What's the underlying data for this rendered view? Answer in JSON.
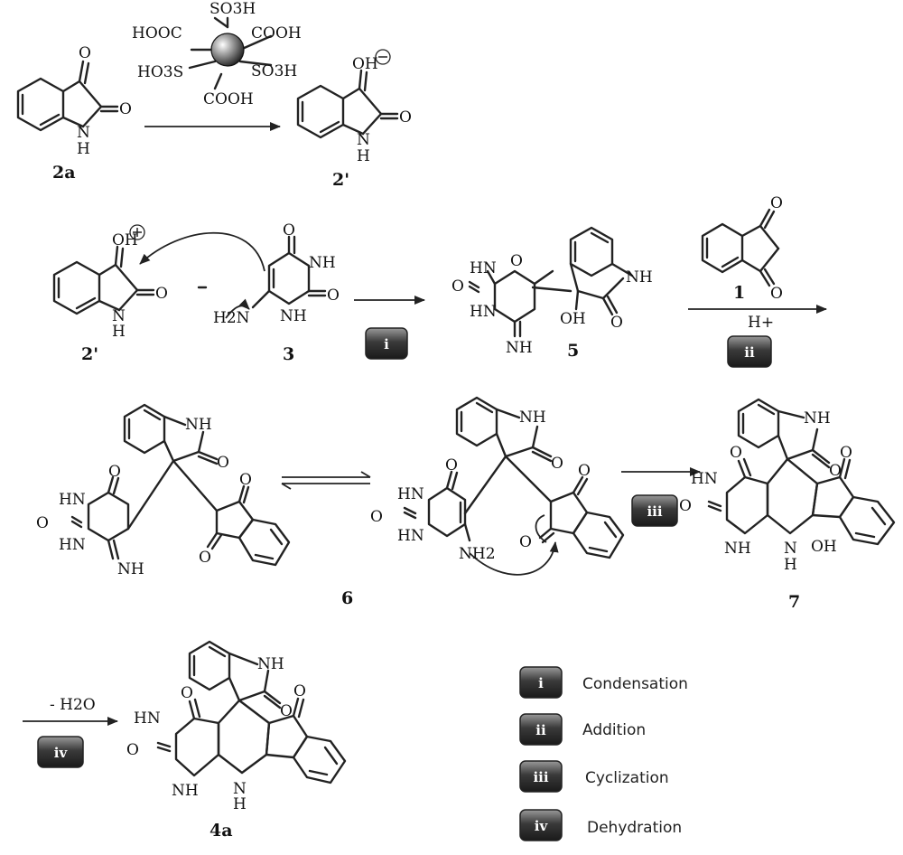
{
  "catalyst": {
    "groups": [
      "HOOC",
      "SO3H",
      "COOH",
      "HO3S",
      "SO3H",
      "COOH"
    ]
  },
  "compounds": {
    "isatin": "2a",
    "protonated_isatin": "2'",
    "aminouracil": "3",
    "intermediate_5": "5",
    "indandione": "1",
    "intermediate_6": "6",
    "intermediate_7": "7",
    "product": "4a"
  },
  "atoms": {
    "O": "O",
    "N": "N",
    "H": "H",
    "OH": "OH",
    "NH": "NH",
    "HN": "HN",
    "H2N": "H2N",
    "NH2": "NH2",
    "acid": "H+",
    "minus_water": "- H2O"
  },
  "steps": [
    {
      "numeral": "i",
      "label": "Condensation"
    },
    {
      "numeral": "ii",
      "label": "Addition"
    },
    {
      "numeral": "iii",
      "label": "Cyclization"
    },
    {
      "numeral": "iv",
      "label": "Dehydration"
    }
  ],
  "colors": {
    "ink": "#222222",
    "badge_dark": "#2a2a2a",
    "badge_light": "#8a8a8a"
  }
}
